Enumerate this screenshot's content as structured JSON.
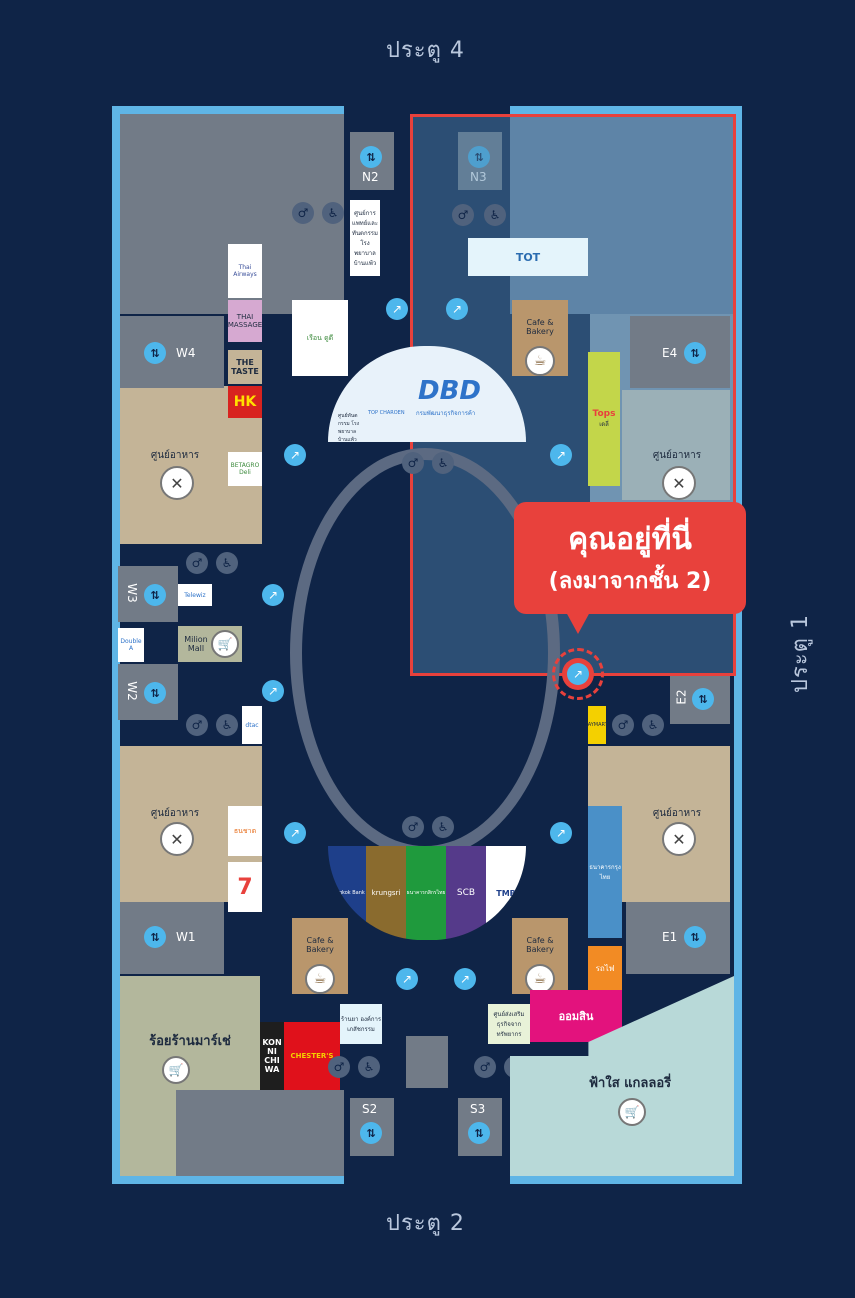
{
  "gates": {
    "top": "ประตู 4",
    "bottom": "ประตู 2",
    "right": "ประตู 1"
  },
  "callout": {
    "title": "คุณอยู่ที่นี่",
    "subtitle": "(ลงมาจากชั้น 2)",
    "color": "#e8413c"
  },
  "elevators": {
    "N2": "N2",
    "N3": "N3",
    "W4": "W4",
    "W3": "W3",
    "W2": "W2",
    "W1": "W1",
    "E4": "E4",
    "E2": "E2",
    "E1": "E1",
    "S2": "S2",
    "S3": "S3"
  },
  "food_courts": {
    "west_upper": "ศูนย์อาหาร",
    "west_lower": "ศูนย์อาหาร",
    "east_upper": "ศูนย์อาหาร",
    "east_lower": "ศูนย์อาหาร"
  },
  "cafes": {
    "north": "Cafe & Bakery",
    "south_west": "Cafe & Bakery",
    "south_east": "Cafe & Bakery"
  },
  "shops": {
    "thai_massage": "THAI MASSAGE",
    "the_taste": "THE TASTE",
    "hk": "HK",
    "betagro": "BETAGRO Deli",
    "tot": "TOT",
    "dbd": "DBD",
    "dbd_sub": "กรมพัฒนาธุรกิจการค้า",
    "medical_center": "ศูนย์การแพทย์และทันตกรรม โรงพยาบาลบ้านแพ้ว",
    "dental_center": "ศูนย์ทันตกรรม โรงพยาบาลบ้านแพ้ว",
    "top_charoen": "TOP CHAROEN",
    "tops": "Tops",
    "tops_sub": "เดลี่",
    "million_mall": "Milion Mall",
    "double_a": "Double A",
    "telewiz": "Telewiz",
    "dtac": "dtac",
    "thanachart": "ธนชาต",
    "seven": "7",
    "bangkok_bank": "Bangkok Bank",
    "krungsri": "krungsri",
    "kasikorn": "ธนาคารกสิกรไทย",
    "scb": "SCB",
    "tmb": "TMB",
    "krungthai": "ธนาคารกรุงไทย",
    "gsb": "ออมสิน",
    "rot": "รถไฟ",
    "pharmacy": "ร้านยา องค์การ เภสัชกรรม",
    "otop": "ศูนย์ส่งเสริม ธุรกิจจาก ทรัพยากร",
    "konnichiwa": "KON NI CHI WA",
    "chesters": "CHESTER'S",
    "roy_ran": "ร้อยร้านมาร์เช่",
    "fahsai": "ฟ้าใส แกลลอรี่",
    "jaymart": "JAYMART",
    "thai_airways": "Thai Airways",
    "yellow_shop": "เรือน ดูดี"
  },
  "colors": {
    "background": "#0f2447",
    "wall": "#5fb5e6",
    "food_court": "#c4b497",
    "grey_zone": "#727b87",
    "highlight": "#e8413c",
    "market": "#b3b79c",
    "gallery": "#b8d9d8"
  }
}
